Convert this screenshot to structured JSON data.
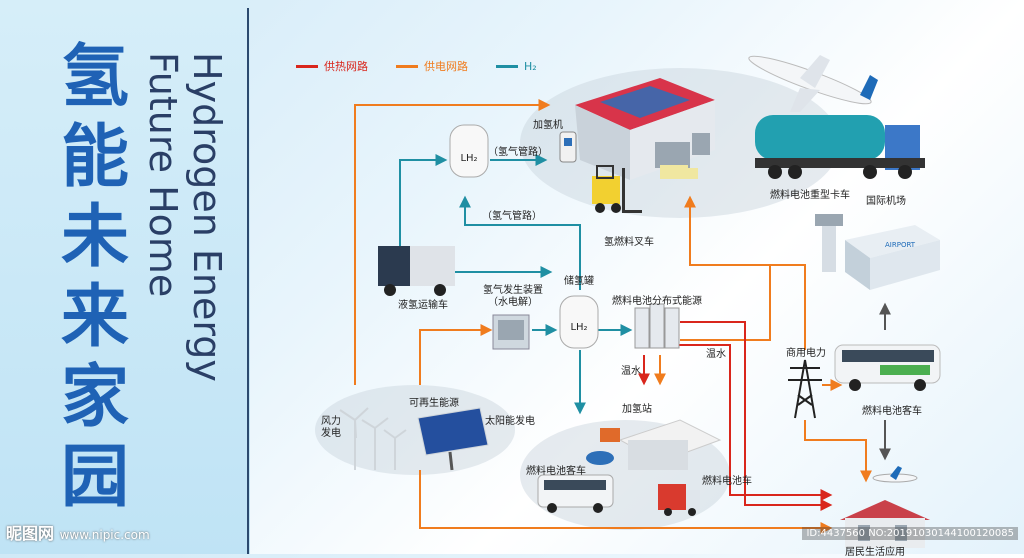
{
  "title_cn": [
    "氢",
    "能",
    "未",
    "来",
    "家",
    "园"
  ],
  "title_en_lines": [
    "Hydrogen Energy",
    "Future Home"
  ],
  "legend": [
    {
      "label": "供热网路",
      "color": "#d9261c"
    },
    {
      "label": "供电网路",
      "color": "#f07c1e"
    },
    {
      "label": "H₂",
      "color": "#1f8fa3"
    }
  ],
  "labels": {
    "hydrogen_dispenser": "加氢机",
    "pipe_top": "（氢气管路）",
    "pipe_mid": "（氢气管路）",
    "forklift": "氢燃料叉车",
    "heavy_truck": "燃料电池重型卡车",
    "airport": "国际机场",
    "transport_truck": "液氢运输车",
    "storage_tank": "储氢罐",
    "h2_generator": "氢气发生装置\n（水电解）",
    "distributed_power": "燃料电池分布式能源",
    "warm_water_1": "温水",
    "warm_water_2": "温水",
    "commercial_power": "商用电力",
    "bus_right": "燃料电池客车",
    "wind": "风力\n发电",
    "renewable": "可再生能源",
    "solar": "太阳能发电",
    "station": "加氢站",
    "bus_bottom": "燃料电池客车",
    "car": "燃料电池车",
    "residential": "居民生活应用",
    "lh2_a": "LH₂",
    "lh2_b": "LH₂"
  },
  "airport_sign": "AIRPORT",
  "logo": {
    "main": "昵图网",
    "url": "www.nipic.com"
  },
  "watermark": "ID:4437560 NO:20191030144100120085"
}
